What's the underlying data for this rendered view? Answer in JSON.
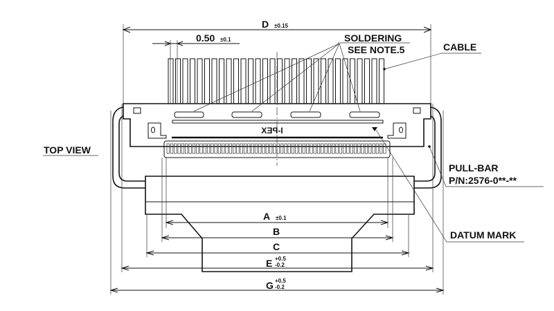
{
  "view_label": "TOP VIEW",
  "dimensions": {
    "D": {
      "label": "D",
      "tol": "±0.15"
    },
    "pitch": {
      "label": "0.50",
      "tol": "±0.1"
    },
    "A": {
      "label": "A",
      "tol": "±0.1"
    },
    "B": {
      "label": "B"
    },
    "C": {
      "label": "C"
    },
    "E": {
      "label": "E",
      "tol_plus": "+0.5",
      "tol_minus": "-0.2"
    },
    "G": {
      "label": "G",
      "tol_plus": "+0.5",
      "tol_minus": "-0.2"
    }
  },
  "callouts": {
    "soldering": "SOLDERING",
    "see_note": "SEE NOTE.5",
    "cable": "CABLE",
    "pull_bar": "PULL-BAR",
    "part_number": "P/N:2576-0**-**",
    "datum_mark": "DATUM MARK"
  },
  "brand_mark": "I-PEX"
}
